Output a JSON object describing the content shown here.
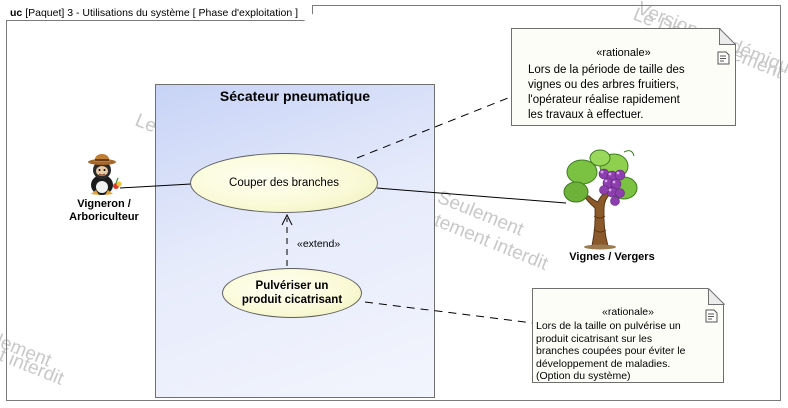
{
  "frame": {
    "keyword": "uc",
    "title": "[Paquet] 3 - Utilisations du système [ Phase d'exploitation ]"
  },
  "watermark": {
    "lines": [
      "Version Académique",
      "Le Développement",
      "Pour Seulement",
      "Strictement interdit",
      "Le",
      "Seulement",
      "t interdit"
    ]
  },
  "subject": {
    "title": "Sécateur pneumatique"
  },
  "use_cases": {
    "couper": "Couper des branches",
    "pulveriser_line1": "Pulvériser un",
    "pulveriser_line2": "produit cicatrisant"
  },
  "relations": {
    "extend": "«extend»"
  },
  "actors": {
    "vigneron_line1": "Vigneron /",
    "vigneron_line2": "Arboriculteur",
    "vignes": "Vignes / Vergers"
  },
  "notes": {
    "note1": {
      "stereotype": "«rationale»",
      "lines": [
        "Lors de la période de taille des",
        "vignes ou des arbres fruitiers,",
        "l'opérateur réalise rapidement",
        "les travaux à effectuer."
      ]
    },
    "note2": {
      "stereotype": "«rationale»",
      "lines": [
        "Lors de la taille on pulvérise un",
        "produit cicatrisant sur les",
        "branches coupées pour éviter le",
        "développement de maladies.",
        "(Option du système)"
      ]
    }
  },
  "icons": {
    "actor1": "farmer-with-hat-icon",
    "actor2": "grape-vine-tree-icon",
    "note": "note-document-icon"
  }
}
